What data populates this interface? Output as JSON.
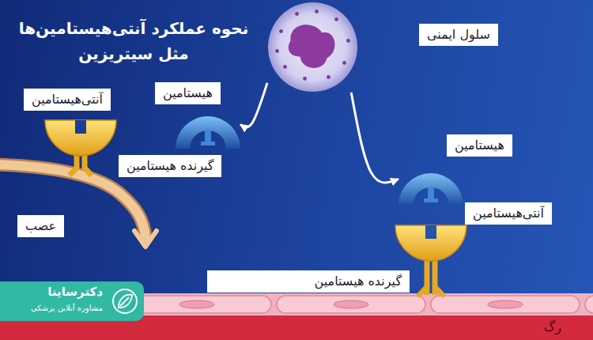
{
  "diagram": {
    "title": "نحوه عملکرد آنتی‌هیستامین‌ها مثل سیتریزین",
    "nodes": [
      {
        "text": [
          "سلول ایمنی"
        ]
      },
      {
        "text": [
          "هیستامین"
        ]
      },
      {
        "text": [
          "آنتی‌هیستامین"
        ]
      },
      {
        "text": [
          "گیرنده هیستامین"
        ]
      },
      {
        "text": [
          "عصب"
        ]
      },
      {
        "text": [
          "هیستامین"
        ]
      },
      {
        "text": [
          "آنتی‌هیستامین"
        ]
      },
      {
        "text": [
          "گیرنده هیستامین"
        ]
      }
    ],
    "edges": [
      {
        "from": 0,
        "to": 1,
        "arrow": "to"
      },
      {
        "from": 0,
        "to": 5,
        "arrow": "to"
      }
    ],
    "labels": [
      "رگ",
      "دکترساینا",
      "مشاوره آنلاین پزشکی"
    ]
  }
}
